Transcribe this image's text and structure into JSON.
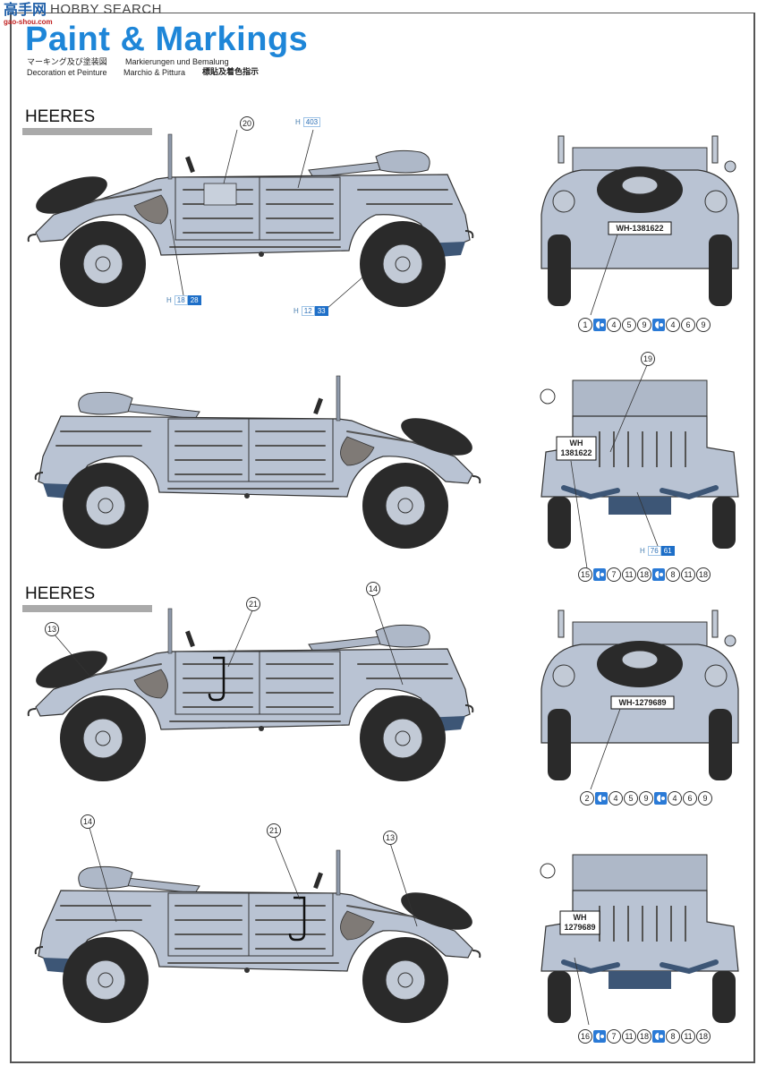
{
  "watermark": {
    "cn": "高手网",
    "en": "HOBBY SEARCH",
    "url": "gao-shou.com"
  },
  "header": {
    "title": "Paint & Markings",
    "subtitles": {
      "jp": "マーキング及び塗装図",
      "de": "Markierungen und Bemalung",
      "fr": "Decoration et Peinture",
      "it": "Marchio & Pittura",
      "cn": "標貼及着色指示"
    }
  },
  "colors": {
    "accent": "#1e86d8",
    "vehicle_grey": "#b9c3d3",
    "tire": "#2a2a2a",
    "undercarriage_blue": "#3d5676"
  },
  "sections": [
    {
      "label": "HEERES"
    },
    {
      "label": "HEERES"
    }
  ],
  "vehicles": [
    {
      "view": "side-left",
      "callouts": [
        "20"
      ],
      "color_codes": [
        {
          "prefix": "H",
          "a": "403",
          "b": ""
        },
        {
          "prefix": "H",
          "a": "18",
          "b": "28"
        },
        {
          "prefix": "H",
          "a": "12",
          "b": "33"
        }
      ]
    },
    {
      "view": "side-right",
      "callouts": [],
      "color_codes": []
    },
    {
      "view": "side-left",
      "callouts": [
        "13",
        "21",
        "14"
      ],
      "hull_letter": "J"
    },
    {
      "view": "side-right",
      "callouts": [
        "14",
        "21",
        "13"
      ],
      "hull_letter": "J"
    }
  ],
  "front_views": [
    {
      "plate": "WH-1381622",
      "decals": [
        "1",
        "paint",
        "4",
        "5",
        "9",
        "paint",
        "4",
        "6",
        "9"
      ]
    },
    {
      "plate": "WH-1279689",
      "decals": [
        "2",
        "paint",
        "4",
        "5",
        "9",
        "paint",
        "4",
        "6",
        "9"
      ]
    }
  ],
  "rear_views": [
    {
      "plate_line1": "WH",
      "plate_line2": "1381622",
      "callout": "19",
      "code": {
        "prefix": "H",
        "a": "76",
        "b": "61"
      },
      "decals": [
        "15",
        "paint",
        "7",
        "11",
        "18",
        "paint",
        "8",
        "11",
        "18"
      ]
    },
    {
      "plate_line1": "WH",
      "plate_line2": "1279689",
      "decals": [
        "16",
        "paint",
        "7",
        "11",
        "18",
        "paint",
        "8",
        "11",
        "18"
      ]
    }
  ]
}
